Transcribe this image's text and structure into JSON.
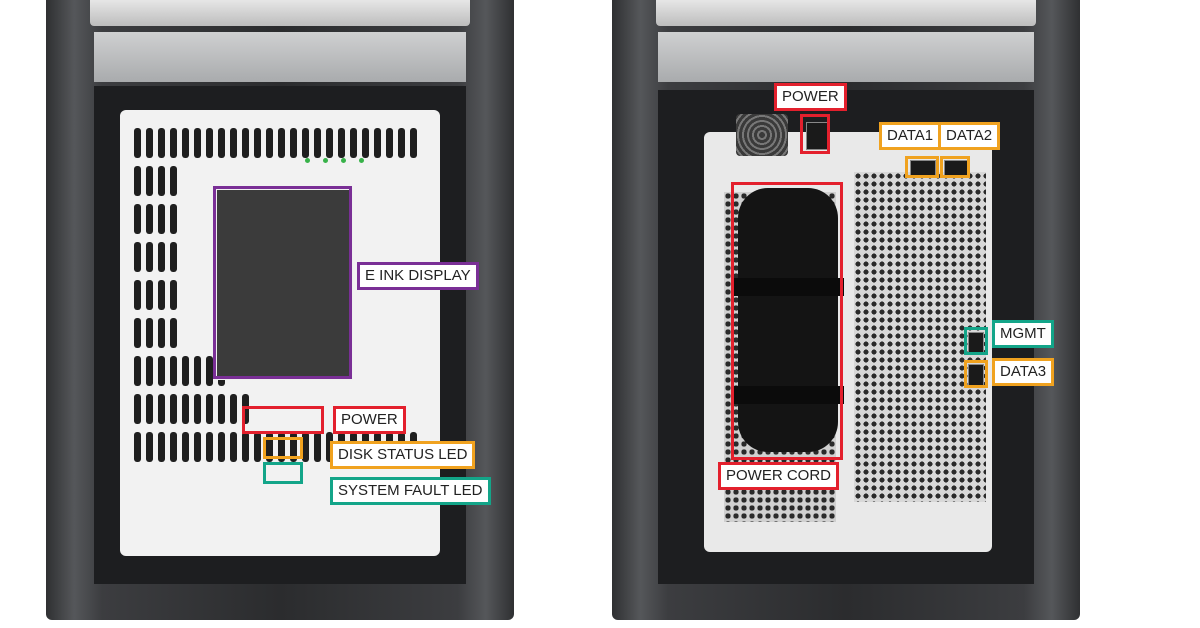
{
  "labels": {
    "eink_display": "E INK DISPLAY",
    "front_power": "POWER",
    "disk_status_led": "DISK STATUS LED",
    "system_fault_led": "SYSTEM FAULT LED",
    "rear_power": "POWER",
    "data1": "DATA1",
    "data2": "DATA2",
    "mgmt": "MGMT",
    "data3": "DATA3",
    "power_cord": "POWER CORD"
  },
  "colors": {
    "power": "#e3202d",
    "disk_status": "#f0a21f",
    "system_fault": "#13a589",
    "eink": "#7a2f96"
  }
}
